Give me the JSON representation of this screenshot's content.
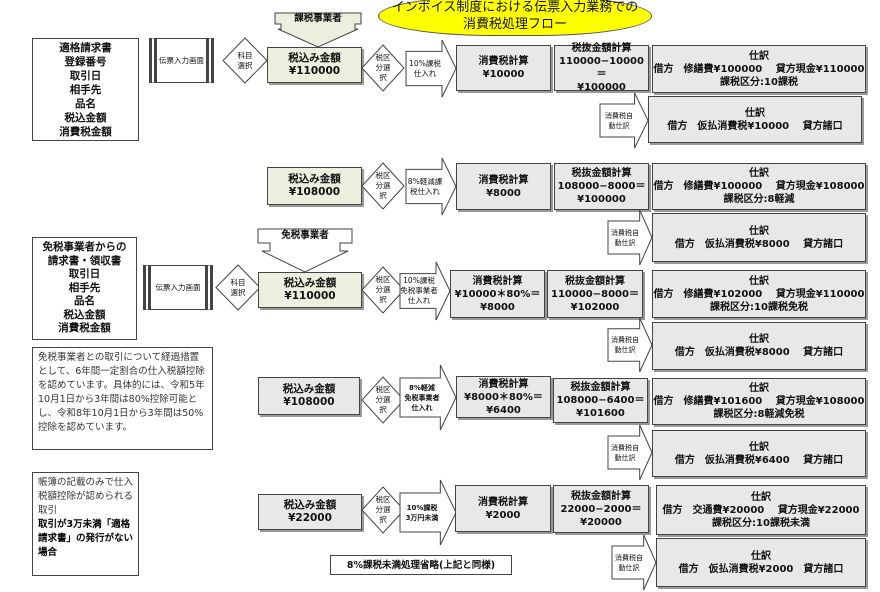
{
  "title": {
    "line1": "インボイス制度における伝票入力業務での",
    "line2": "消費税処理フロー"
  },
  "colors": {
    "title_bg": "#ffff00",
    "amount_green": "#ebf0de",
    "box_gray": "#e8e8e8"
  },
  "banners": {
    "taxable": "課税事業者",
    "exempt": "免税事業者"
  },
  "left_boxes": [
    {
      "lines": [
        "適格請求書",
        "登録番号",
        "取引日",
        "相手先",
        "品名",
        "税込金額",
        "消費税金額"
      ]
    },
    {
      "lines": [
        "免税事業者からの",
        "請求書・領収書",
        "取引日",
        "相手先",
        "品名",
        "税込金額",
        "消費税金額"
      ]
    }
  ],
  "screen_label": "伝票入力画面",
  "account_select": [
    "科目",
    "選択"
  ],
  "tax_select": [
    "税区",
    "分選",
    "択"
  ],
  "auto_journal": [
    "消費税自",
    "動仕訳"
  ],
  "rows": [
    {
      "amount": [
        "税込み金額",
        "¥110000"
      ],
      "arrow": [
        "10%課税",
        "仕入れ"
      ],
      "tax": [
        "消費税計算",
        "¥10000"
      ],
      "net": [
        "税抜金額計算",
        "110000−10000＝",
        "¥100000"
      ],
      "journal": [
        "仕訳",
        "借方　修繕費¥100000　 貸方現金¥110000",
        "課税区分:10課税"
      ],
      "journal2": [
        "仕訳",
        "借方　仮払消費税¥10000　 貸方諸口"
      ]
    },
    {
      "amount": [
        "税込み金額",
        "¥108000"
      ],
      "arrow": [
        "8%軽減課",
        "税仕入れ"
      ],
      "tax": [
        "消費税計算",
        "¥8000"
      ],
      "net": [
        "税抜金額計算",
        "108000−8000＝",
        "¥100000"
      ],
      "journal": [
        "仕訳",
        "借方　修繕費¥100000　 貸方現金¥108000",
        "課税区分:8軽減"
      ],
      "journal2": [
        "仕訳",
        "借方　仮払消費税¥8000　 貸方諸口"
      ]
    },
    {
      "amount": [
        "税込み金額",
        "¥110000"
      ],
      "arrow": [
        "10%課税",
        "免税事業者",
        "仕入れ"
      ],
      "tax": [
        "消費税計算",
        "¥10000＊80%＝",
        "¥8000"
      ],
      "net": [
        "税抜金額計算",
        "110000−8000＝",
        "¥102000"
      ],
      "journal": [
        "仕訳",
        "借方　修繕費¥102000　 貸方現金¥110000",
        "課税区分:10課税免税"
      ],
      "journal2": [
        "仕訳",
        "借方　仮払消費税¥8000　 貸方諸口"
      ]
    },
    {
      "amount": [
        "税込み金額",
        "¥108000"
      ],
      "arrow": [
        "8%軽減",
        "免税事業者",
        "仕入れ"
      ],
      "tax": [
        "消費税計算",
        "¥8000＊80%＝",
        "¥6400"
      ],
      "net": [
        "税抜金額計算",
        "108000−6400＝",
        "¥101600"
      ],
      "journal": [
        "仕訳",
        "借方　修繕費¥101600　 貸方現金¥108000",
        "課税区分:8軽減免税"
      ],
      "journal2": [
        "仕訳",
        "借方　仮払消費税¥6400　 貸方諸口"
      ]
    },
    {
      "amount": [
        "税込み金額",
        "¥22000"
      ],
      "arrow": [
        "10%課税",
        "3万円未満"
      ],
      "tax": [
        "消費税計算",
        "¥2000"
      ],
      "net": [
        "税抜金額計算",
        "22000−2000＝",
        "¥20000"
      ],
      "journal": [
        "仕訳",
        "借方　交通費¥20000　 貸方現金¥22000",
        "課税区分:10課税未満"
      ],
      "journal2": [
        "仕訳",
        "借方　仮払消費税¥2000　貸方諸口"
      ]
    }
  ],
  "notes": {
    "transition": "免税事業者との取引について経過措置として、6年間一定割合の仕入税額控除を認めています。具体的には、令和5年10月1日から3年間は80%控除可能とし、令和8年10月1日から3年間は50%控除を認めています。",
    "ledger_plain": "帳簿の記載のみで仕入税額控除が認められる取引",
    "ledger_bold": "取引が3万未満「適格請求書」の発行がない場合",
    "omitted": "8%課税未満処理省略(上記と同様)"
  }
}
